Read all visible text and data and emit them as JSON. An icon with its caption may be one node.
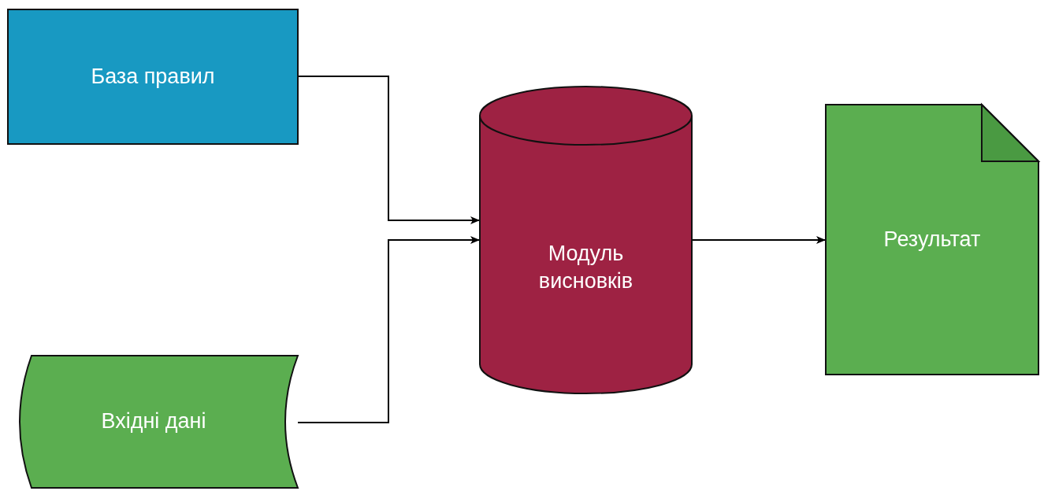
{
  "diagram": {
    "nodes": [
      {
        "text": [
          "База правил"
        ]
      },
      {
        "text": [
          "Вхідні дані"
        ]
      },
      {
        "text": [
          "Модуль висновків"
        ]
      },
      {
        "text": [
          "Результат"
        ]
      }
    ],
    "edges": [
      {
        "from": 0,
        "to": 2,
        "arrow": "to"
      },
      {
        "from": 1,
        "to": 2,
        "arrow": "to"
      },
      {
        "from": 2,
        "to": 3,
        "arrow": "to"
      }
    ]
  }
}
